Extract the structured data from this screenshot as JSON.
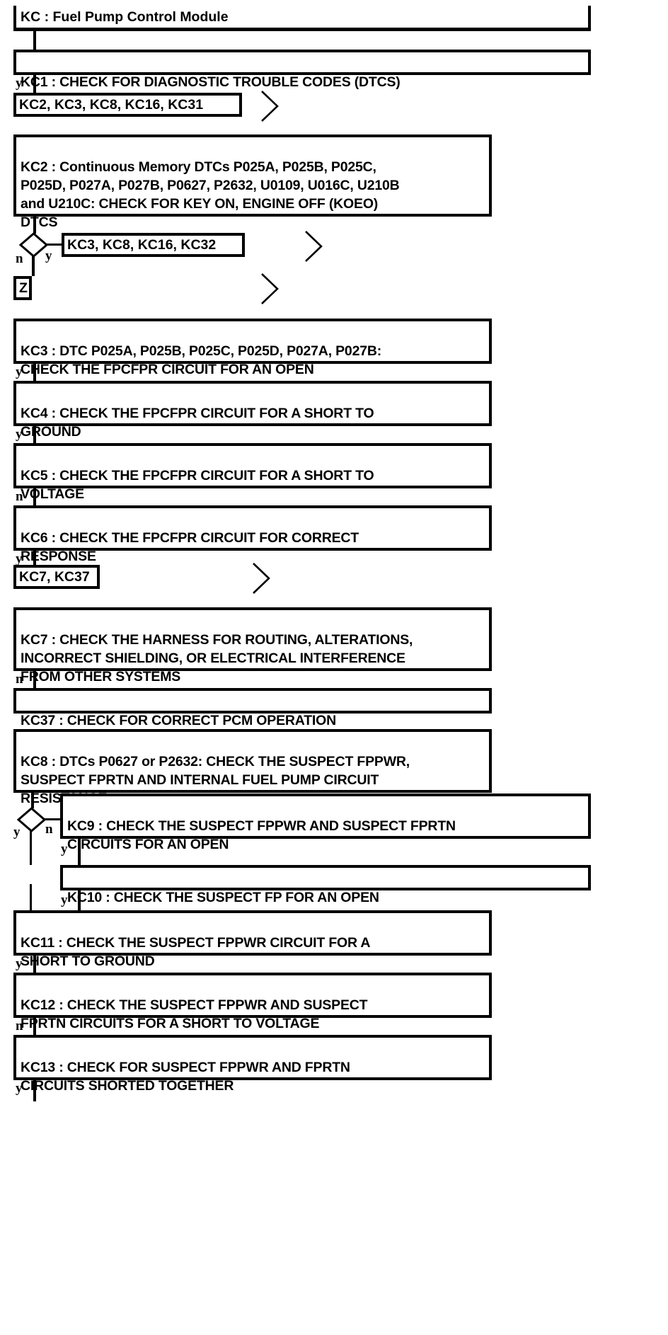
{
  "diagram": {
    "type": "flowchart",
    "title": "KC : Fuel Pump Control Module",
    "system_code": "KC",
    "system_name": "Fuel Pump Control Module"
  },
  "nodes": {
    "title": {
      "label": "KC : Fuel Pump Control Module"
    },
    "kc1": {
      "label": "KC1 : CHECK FOR DIAGNOSTIC TROUBLE CODES (DTCS)"
    },
    "ref1": {
      "label": "KC2, KC3, KC8, KC16, KC31"
    },
    "kc2": {
      "label": "KC2 : Continuous Memory DTCs P025A, P025B, P025C,\nP025D, P027A, P027B, P0627, P2632, U0109, U016C, U210B\nand U210C: CHECK FOR KEY ON, ENGINE OFF (KOEO)\nDTCS"
    },
    "ref2": {
      "label": "KC3, KC8, KC16, KC32"
    },
    "refz": {
      "label": "Z"
    },
    "kc3": {
      "label": "KC3 : DTC P025A, P025B, P025C, P025D, P027A, P027B:\nCHECK THE FPCFPR CIRCUIT FOR AN OPEN"
    },
    "kc4": {
      "label": "KC4 : CHECK THE FPCFPR CIRCUIT FOR A SHORT TO\nGROUND"
    },
    "kc5": {
      "label": "KC5 : CHECK THE FPCFPR CIRCUIT FOR A SHORT TO\nVOLTAGE"
    },
    "kc6": {
      "label": "KC6 : CHECK THE FPCFPR CIRCUIT FOR CORRECT\nRESPONSE"
    },
    "ref3": {
      "label": "KC7, KC37"
    },
    "kc7": {
      "label": "KC7 : CHECK THE HARNESS FOR ROUTING, ALTERATIONS,\nINCORRECT SHIELDING, OR ELECTRICAL INTERFERENCE\nFROM OTHER SYSTEMS"
    },
    "kc37": {
      "label": "KC37 : CHECK FOR CORRECT PCM OPERATION"
    },
    "kc8": {
      "label": "KC8 : DTCs P0627 or P2632: CHECK THE SUSPECT FPPWR,\nSUSPECT FPRTN AND INTERNAL FUEL PUMP CIRCUIT\nRESISTANCE"
    },
    "kc9": {
      "label": "KC9 : CHECK THE SUSPECT FPPWR AND SUSPECT FPRTN\nCIRCUITS FOR AN OPEN"
    },
    "kc10": {
      "label": "KC10 : CHECK THE SUSPECT FP FOR AN OPEN"
    },
    "kc11": {
      "label": "KC11 : CHECK THE SUSPECT FPPWR CIRCUIT FOR A\nSHORT TO GROUND"
    },
    "kc12": {
      "label": "KC12 : CHECK THE SUSPECT FPPWR AND SUSPECT\nFPRTN CIRCUITS FOR A SHORT TO VOLTAGE"
    },
    "kc13": {
      "label": "KC13 : CHECK FOR SUSPECT FPPWR AND FPRTN\nCIRCUITS SHORTED TOGETHER"
    }
  },
  "branch_labels": {
    "kc1_yes": "y",
    "kc2_no": "n",
    "kc2_yes": "y",
    "kc3_yes": "y",
    "kc4_yes": "y",
    "kc5_no": "n",
    "kc6_yes": "y",
    "kc7_no": "n",
    "kc8_yes": "y",
    "kc8_no": "n",
    "kc9_yes": "y",
    "kc10_yes": "y",
    "kc11_yes": "y",
    "kc12_no": "n",
    "kc13_yes": "y"
  },
  "colors": {
    "ink": "#000000",
    "paper": "#ffffff"
  },
  "icons": {
    "decision": "diamond-icon",
    "continuation": "chevron-right-icon"
  }
}
